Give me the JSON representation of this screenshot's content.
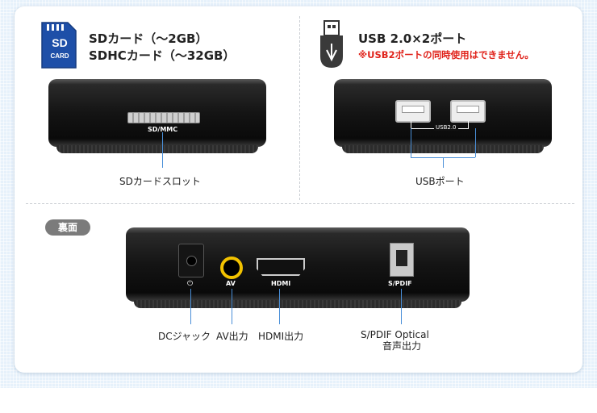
{
  "sd_section": {
    "icon_top": "SD",
    "icon_bottom": "CARD",
    "title_line1": "SDカード（～2GB）",
    "title_line2": "SDHCカード（～32GB）",
    "slot_label": "SD/MMC",
    "caption": "SDカードスロット"
  },
  "usb_section": {
    "title": "USB 2.0×2ポート",
    "note": "※USB2ポートの同時使用はできません。",
    "port_label": "USB2.0",
    "caption": "USBポート"
  },
  "back_section": {
    "badge": "裏面",
    "power_symbol": "⏻",
    "av_label": "AV",
    "hdmi_label": "HDMI",
    "spdif_label": "S/PDIF",
    "dc_caption": "DCジャック",
    "av_caption": "AV出力",
    "hdmi_caption": "HDMI出力",
    "spdif_caption_line1": "S/PDIF Optical",
    "spdif_caption_line2": "音声出力"
  },
  "colors": {
    "note_red": "#e0231b",
    "leader_blue": "#4a8fd8",
    "sd_blue": "#1e4fa8",
    "av_yellow": "#f2c200"
  }
}
